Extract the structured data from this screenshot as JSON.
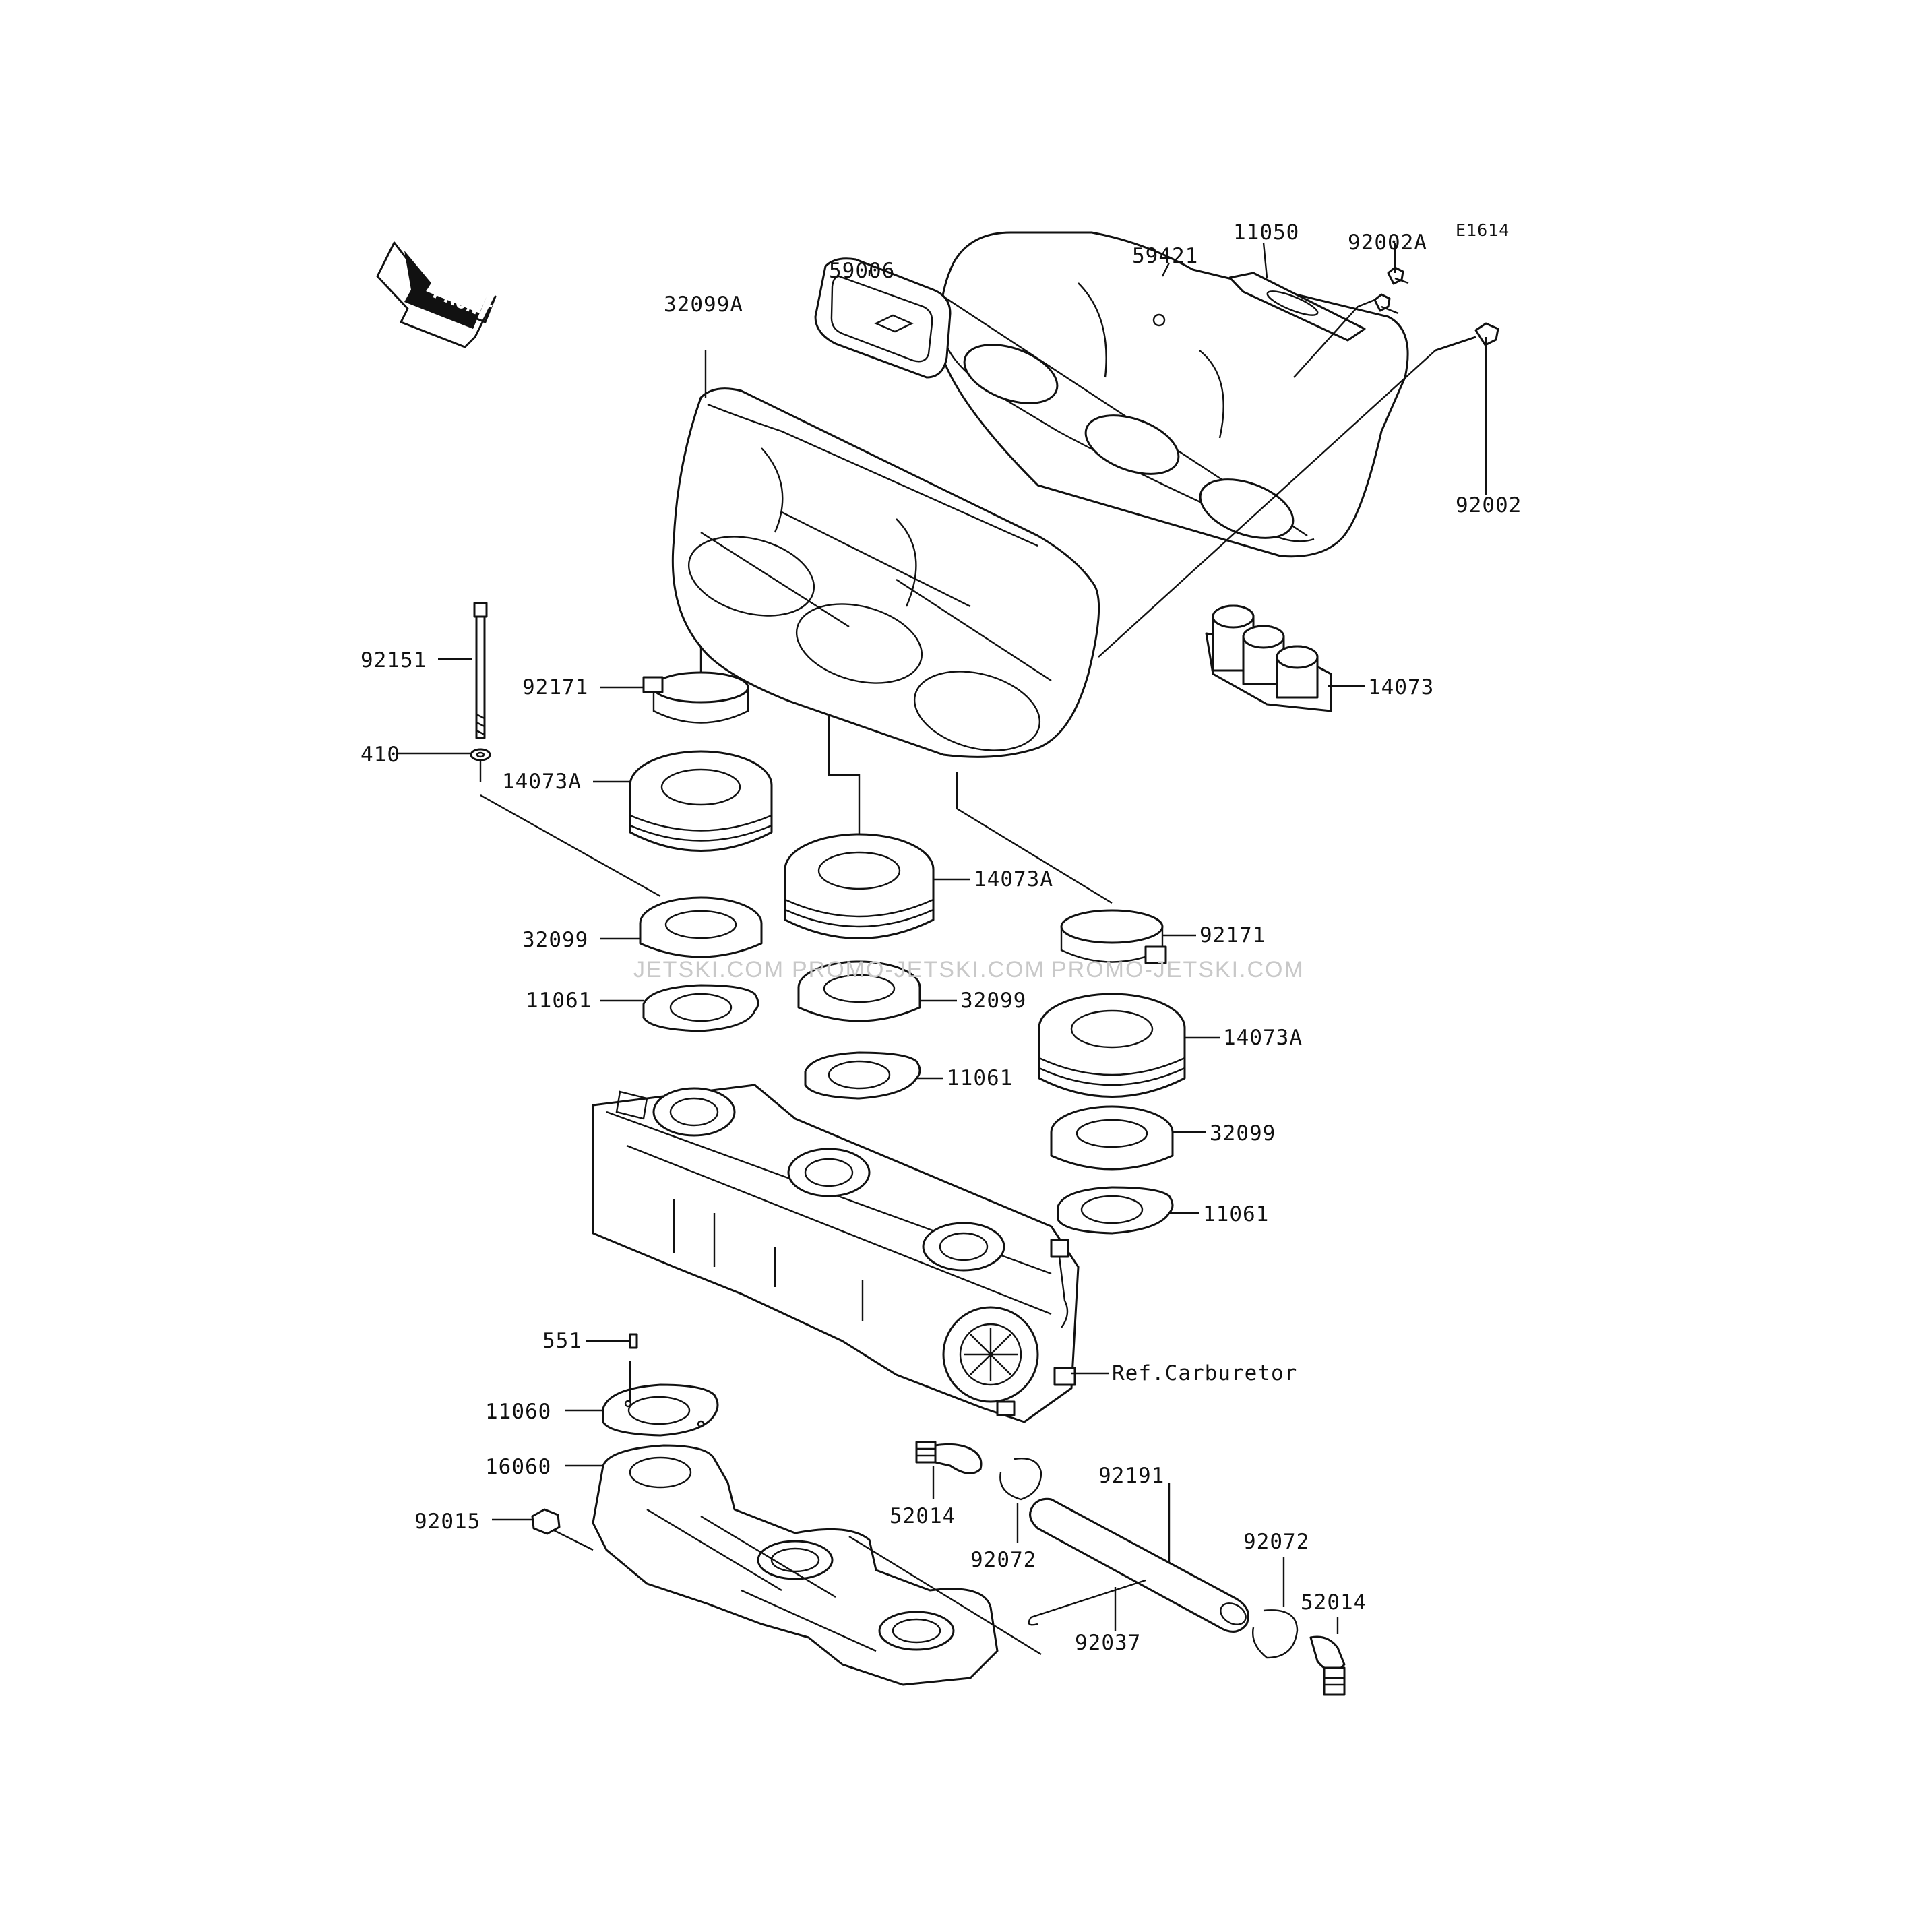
{
  "diagram": {
    "ref_code": "E1614",
    "front_label": "FRONT",
    "watermarks": [
      "JETSKI.COM",
      "PROMO-JETSKI.COM",
      "PROMO-JETSKI.COM"
    ],
    "reference_note": "Ref.Carburetor"
  },
  "parts": {
    "p59421": "59421",
    "p11050": "11050",
    "p92002A": "92002A",
    "p59006": "59006",
    "p32099A": "32099A",
    "p92002": "92002",
    "p92151": "92151",
    "p92171_left": "92171",
    "p14073": "14073",
    "p410": "410",
    "p14073A_left": "14073A",
    "p14073A_mid": "14073A",
    "p92171_right": "92171",
    "p32099_left": "32099",
    "p11061_left": "11061",
    "p32099_mid": "32099",
    "p14073A_right": "14073A",
    "p11061_mid": "11061",
    "p32099_right": "32099",
    "p11061_right": "11061",
    "p551": "551",
    "p11060": "11060",
    "p16060": "16060",
    "p92191": "92191",
    "p92015": "92015",
    "p52014_left": "52014",
    "p92072_left": "92072",
    "p92072_right": "92072",
    "p52014_right": "52014",
    "p92037": "92037"
  }
}
